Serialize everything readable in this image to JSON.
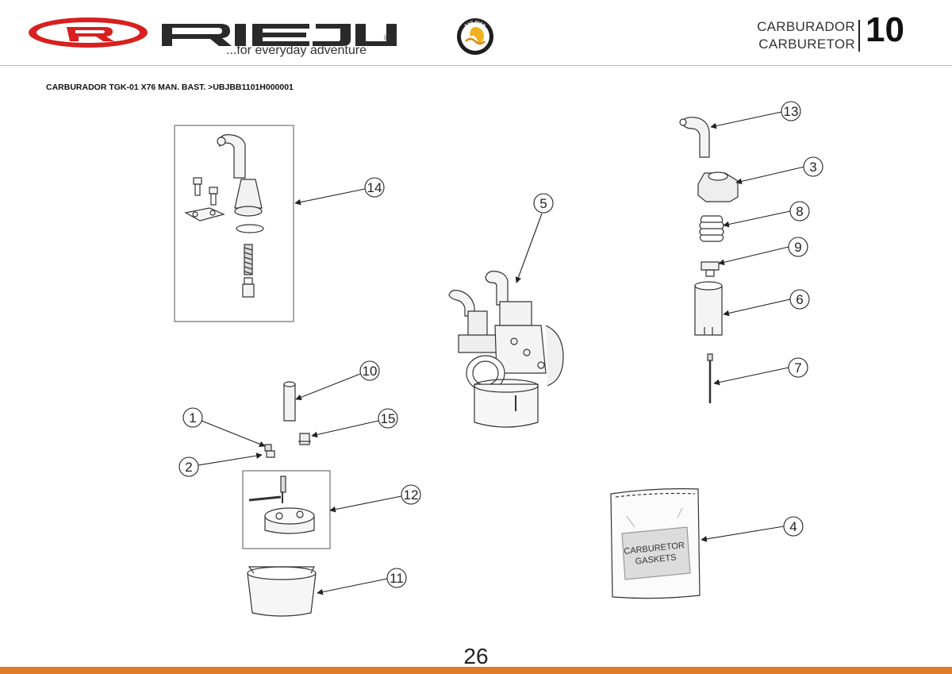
{
  "brand": {
    "name": "RIEJU",
    "tagline": "...for everyday adventure",
    "registered": "®",
    "badge_text": "EYE DISK",
    "colors": {
      "logo_red": "#d7201f",
      "logo_dark": "#2a2a2a",
      "accent_orange": "#e07b2a"
    }
  },
  "section": {
    "title_es": "CARBURADOR",
    "title_en": "CARBURETOR",
    "number": "10"
  },
  "subtitle": "CARBURADOR TGK-01 X76 MAN. BAST. >UBJBB1101H000001",
  "page_number": "26",
  "gasket_bag_label": [
    "CARBURETOR",
    "GASKETS"
  ],
  "callouts": [
    "13",
    "3",
    "8",
    "9",
    "6",
    "7",
    "5",
    "14",
    "10",
    "1",
    "15",
    "2",
    "12",
    "11",
    "4"
  ]
}
